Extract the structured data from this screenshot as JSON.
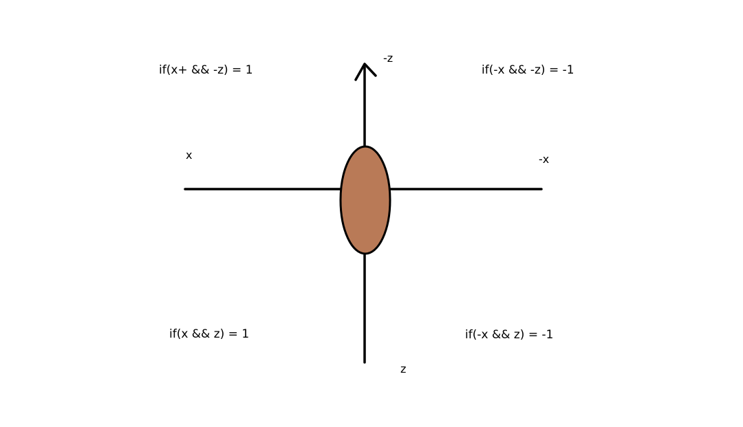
{
  "axes": {
    "top": "-z",
    "bottom": "z",
    "left": "x",
    "right": "-x"
  },
  "quadrants": {
    "top_left": "if(x+ && -z) = 1",
    "top_right": "if(-x && -z) = -1",
    "bottom_left": "if(x && z) = 1",
    "bottom_right": "if(-x && z) = -1"
  },
  "colors": {
    "line": "#000000",
    "ellipse_fill": "#b97a57",
    "background": "#ffffff"
  }
}
